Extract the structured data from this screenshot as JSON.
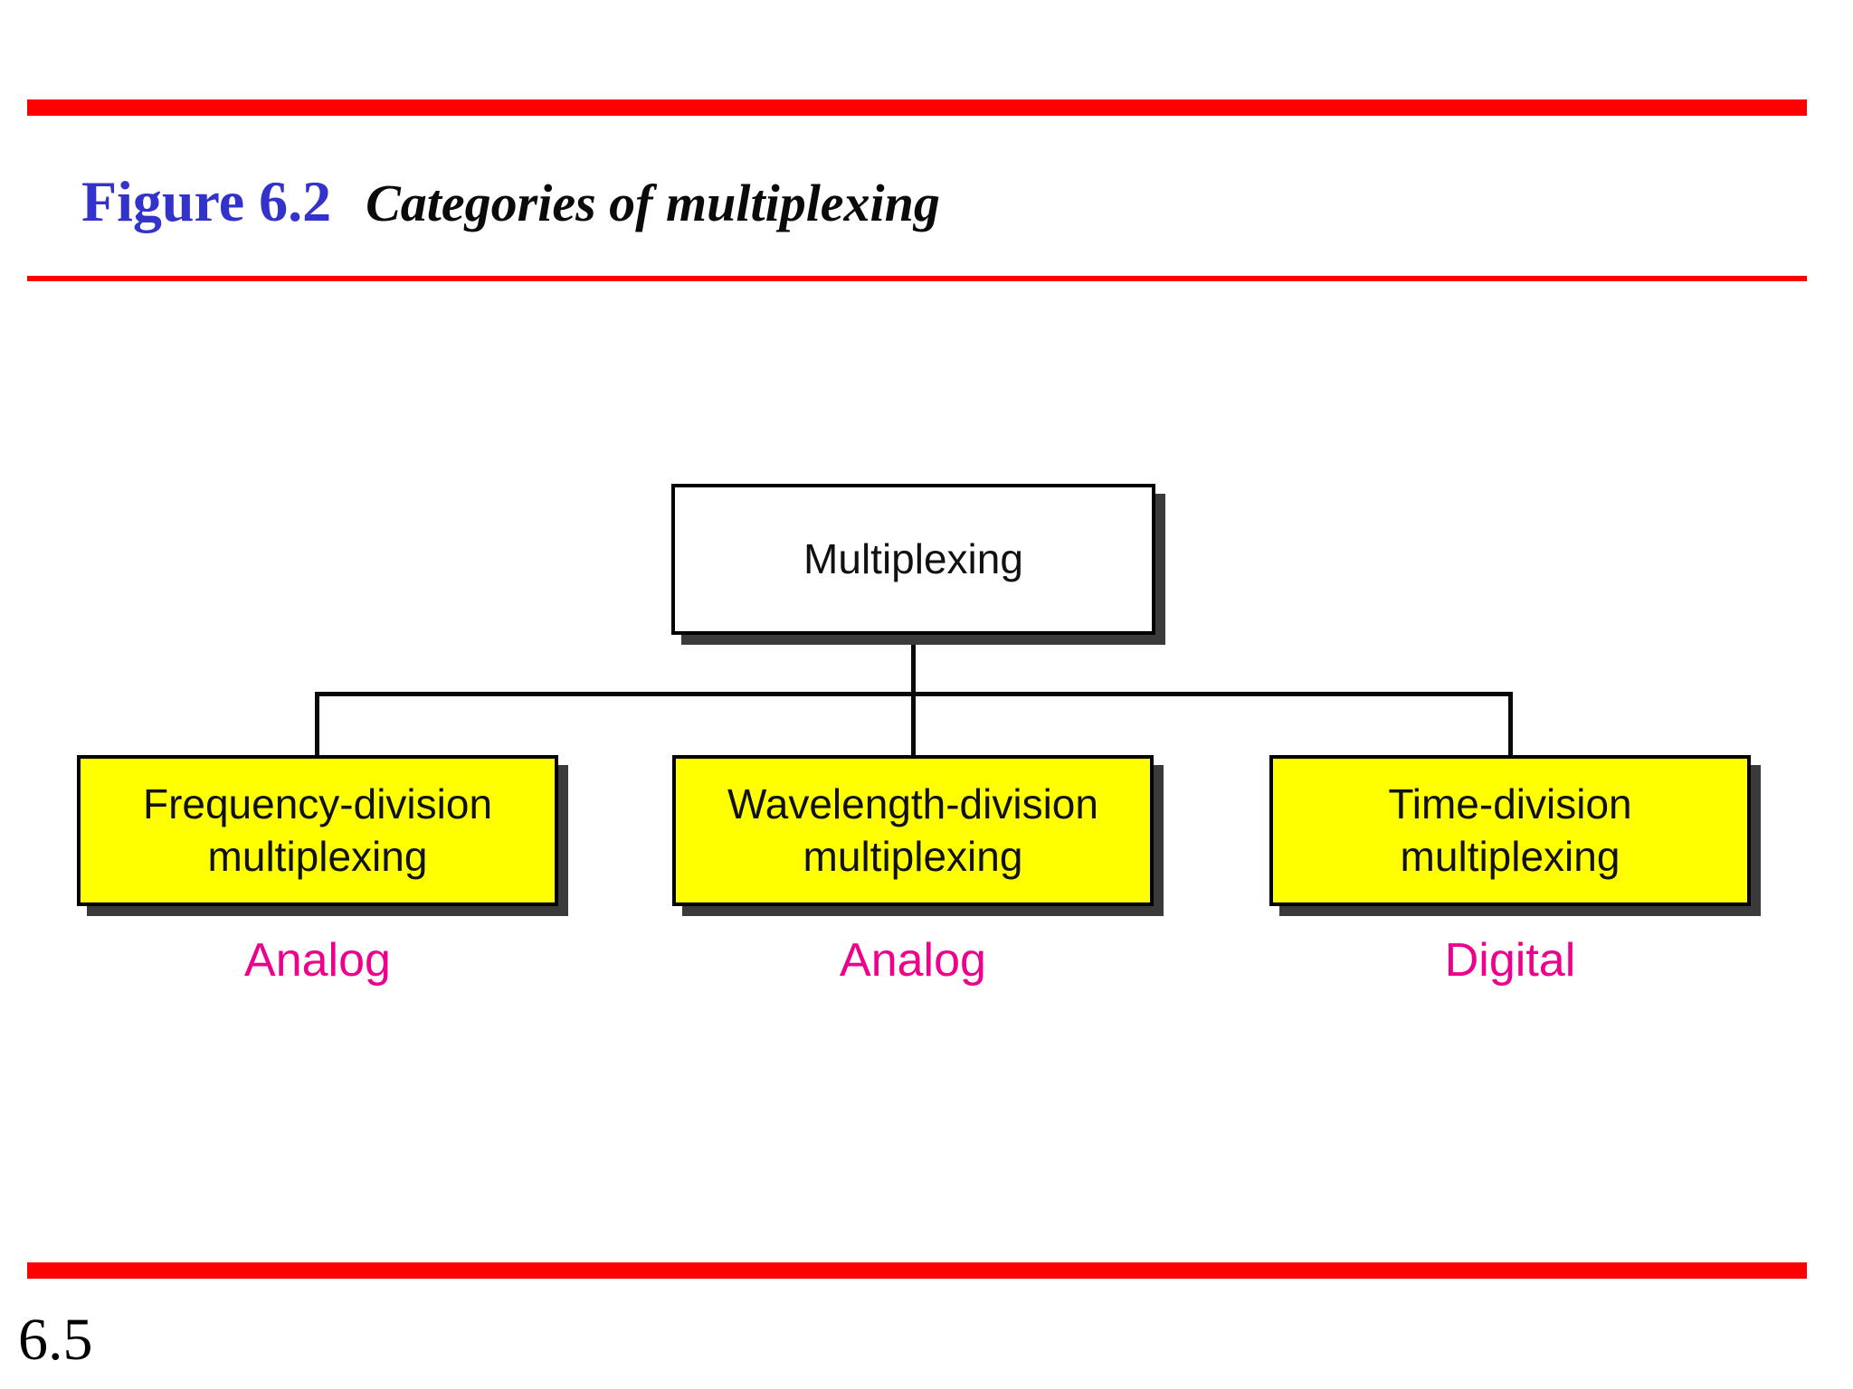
{
  "slide": {
    "figure_label": "Figure 6.2",
    "figure_caption": "Categories of multiplexing",
    "page_number": "6.5"
  },
  "colors": {
    "accent_red": "#FE0000",
    "figure_label_blue": "#3333CC",
    "category_magenta": "#EC008C",
    "node_yellow": "#FFFF00",
    "node_border_black": "#000000",
    "shadow_gray": "#3A3A3A"
  },
  "tree": {
    "root": {
      "label": "Multiplexing"
    },
    "children": [
      {
        "line1": "Frequency-division",
        "line2": "multiplexing",
        "category": "Analog"
      },
      {
        "line1": "Wavelength-division",
        "line2": "multiplexing",
        "category": "Analog"
      },
      {
        "line1": "Time-division",
        "line2": "multiplexing",
        "category": "Digital"
      }
    ]
  }
}
